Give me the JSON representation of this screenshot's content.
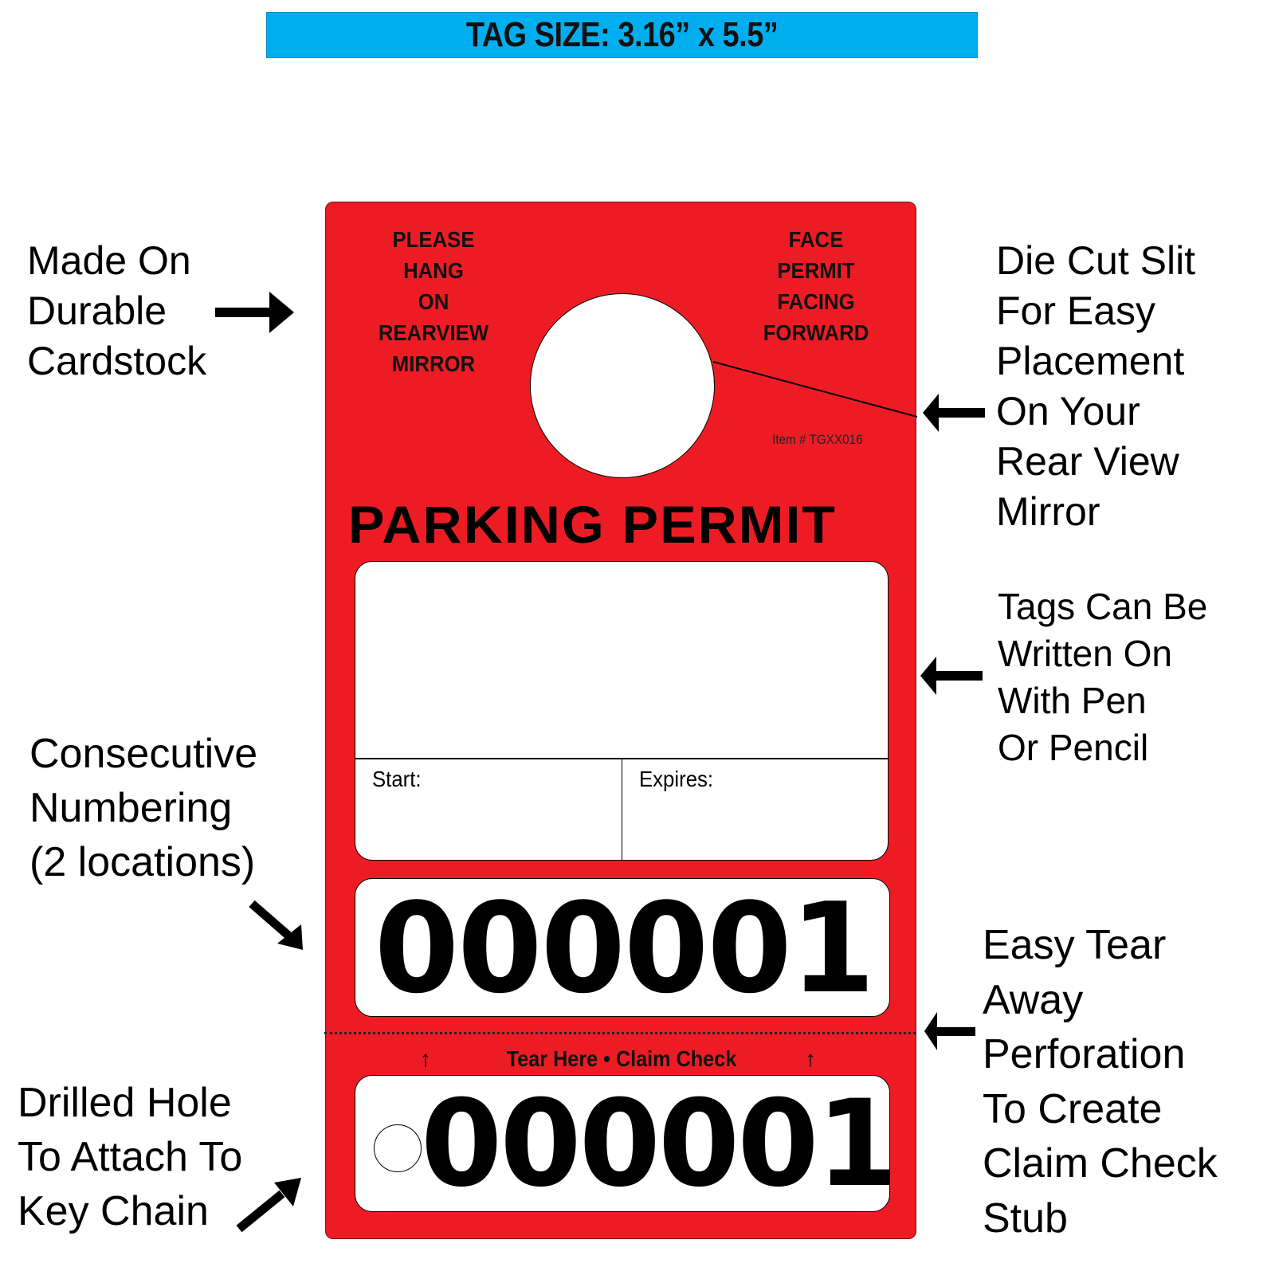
{
  "banner": {
    "text": "TAG SIZE: 3.16” x 5.5”",
    "color": "#00aeef"
  },
  "tag": {
    "color": "#ed1c24",
    "left_instruction": [
      "PLEASE",
      "HANG",
      "ON",
      "REARVIEW",
      "MIRROR"
    ],
    "right_instruction": [
      "FACE",
      "PERMIT",
      "FACING",
      "FORWARD"
    ],
    "item_number": "Item # TGXX016",
    "title": "PARKING PERMIT",
    "start_label": "Start:",
    "expires_label": "Expires:",
    "number": "000001",
    "claim_text": "Tear Here • Claim Check",
    "claim_arrow": "↑",
    "stub_number": "000001"
  },
  "callouts": {
    "made_on": [
      "Made On",
      "Durable",
      "Cardstock"
    ],
    "die_cut": [
      "Die Cut Slit",
      "For Easy",
      "Placement",
      "On Your",
      "Rear View",
      "Mirror"
    ],
    "written_on": [
      "Tags Can Be",
      "Written On",
      "With Pen",
      "Or Pencil"
    ],
    "consecutive": [
      "Consecutive",
      "Numbering",
      "(2 locations)"
    ],
    "tear_away": [
      "Easy Tear",
      "Away",
      "Perforation",
      "To Create",
      "Claim Check",
      "Stub"
    ],
    "drilled_hole": [
      "Drilled Hole",
      "To Attach To",
      "Key Chain"
    ]
  }
}
